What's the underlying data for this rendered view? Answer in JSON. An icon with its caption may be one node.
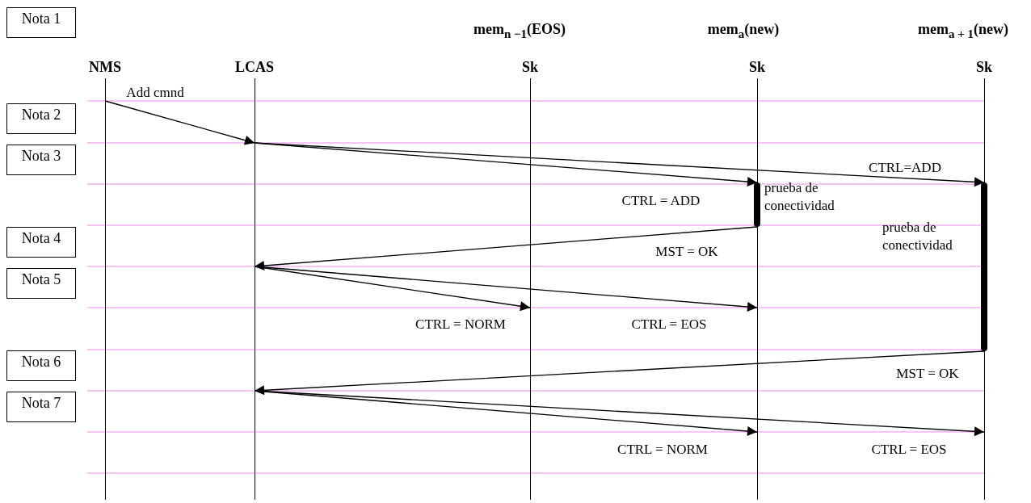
{
  "diagram": {
    "nodes": [
      {
        "text": [
          "Nota 1"
        ]
      },
      {
        "text": [
          "Nota 2"
        ]
      },
      {
        "text": [
          "Nota 3"
        ]
      },
      {
        "text": [
          "Nota 4"
        ]
      },
      {
        "text": [
          "Nota 5"
        ]
      },
      {
        "text": [
          "Nota 6"
        ]
      },
      {
        "text": [
          "Nota 7"
        ]
      },
      {
        "text": [
          "NMS"
        ]
      },
      {
        "text": [
          "LCAS"
        ]
      },
      {
        "text": [
          "mem$_{n −1}$(EOS)",
          "Sk"
        ]
      },
      {
        "text": [
          "mem$_{a}$(new)",
          "Sk"
        ]
      },
      {
        "text": [
          "mem$_{a + 1}$(new)",
          "Sk"
        ]
      },
      {
        "text": [],
        "shape": "bar",
        "beside": [
          "prueba de conectividad"
        ]
      },
      {
        "text": [],
        "shape": "bar"
      }
    ],
    "labels": [
      "prueba de conectividad"
    ],
    "edges": [
      {
        "from": 7,
        "to": 8,
        "arrow": "to",
        "label": "Add cmnd"
      },
      {
        "from": 8,
        "to": 12,
        "arrow": "to",
        "label": "CTRL = ADD"
      },
      {
        "from": 8,
        "to": 13,
        "arrow": "to",
        "label": "CTRL=ADD"
      },
      {
        "from": 12,
        "to": 8,
        "arrow": "to",
        "label": "MST = OK"
      },
      {
        "from": 8,
        "to": 9,
        "arrow": "to",
        "label": "CTRL = NORM"
      },
      {
        "from": 8,
        "to": 10,
        "arrow": "to",
        "label": "CTRL = EOS"
      },
      {
        "from": 13,
        "to": 8,
        "arrow": "to",
        "label": "MST = OK"
      },
      {
        "from": 8,
        "to": 10,
        "arrow": "to",
        "label": "CTRL = NORM"
      },
      {
        "from": 8,
        "to": 11,
        "arrow": "to",
        "label": "CTRL = EOS"
      }
    ]
  }
}
